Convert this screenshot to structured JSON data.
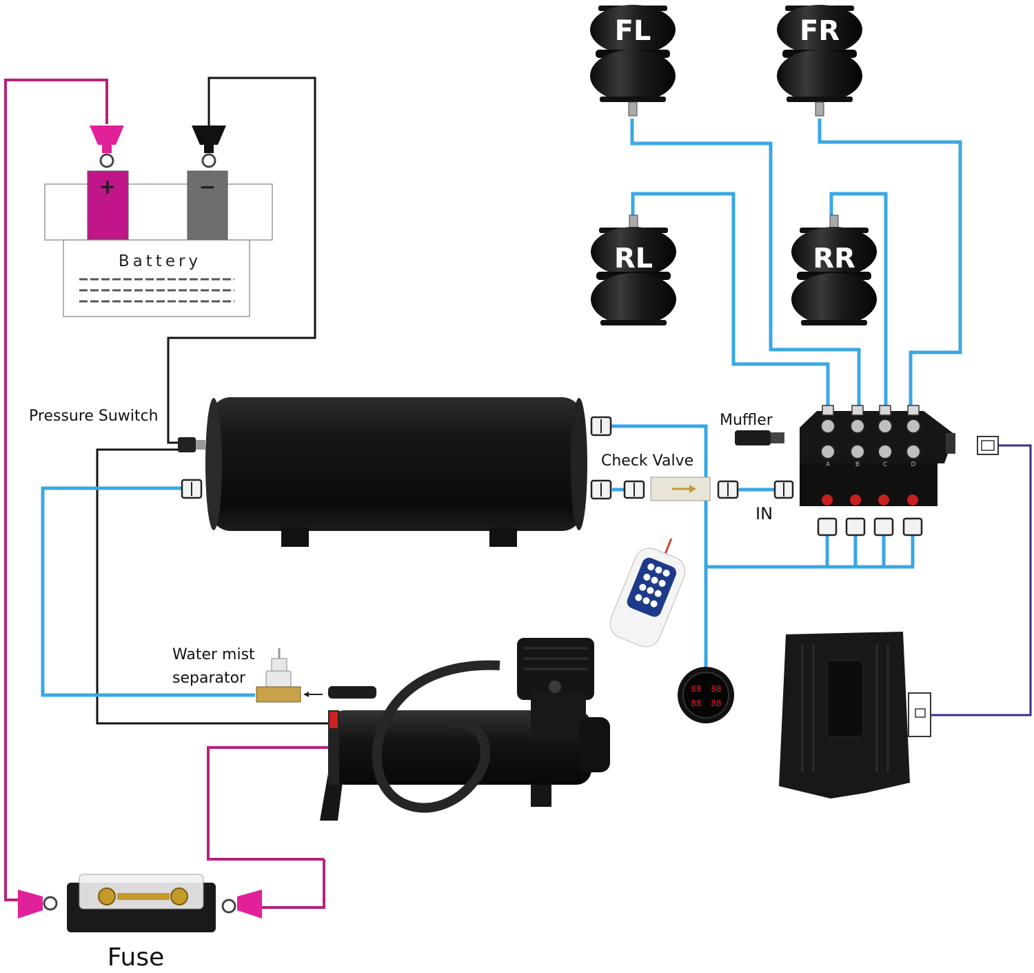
{
  "labels": {
    "fl": "FL",
    "fr": "FR",
    "rl": "RL",
    "rr": "RR",
    "battery": "Battery",
    "battery_plus": "+",
    "battery_minus": "−",
    "pressure_switch": "Pressure Suwitch",
    "muffler": "Muffler",
    "check_valve": "Check Valve",
    "inlet": "IN",
    "water_mist_line1": "Water mist",
    "water_mist_line2": "separator",
    "fuse": "Fuse",
    "valve_ports": [
      "A",
      "B",
      "C",
      "D"
    ],
    "gauge_readout": "88"
  },
  "colors": {
    "air_line": "#3aa7e4",
    "positive_wire": "#b8207a",
    "positive_terminal": "#e0219a",
    "negative_wire": "#111111",
    "signal_wire": "#3c2a8c",
    "component_black": "#161616",
    "background": "#ffffff"
  },
  "icons": {
    "air_bag": "air-spring-icon",
    "tank": "air-tank-icon",
    "compressor": "air-compressor-icon",
    "valve": "valve-manifold-icon",
    "remote": "remote-control-icon",
    "gauge": "digital-gauge-icon",
    "ecu": "control-box-icon",
    "fuse": "fuse-holder-icon"
  }
}
